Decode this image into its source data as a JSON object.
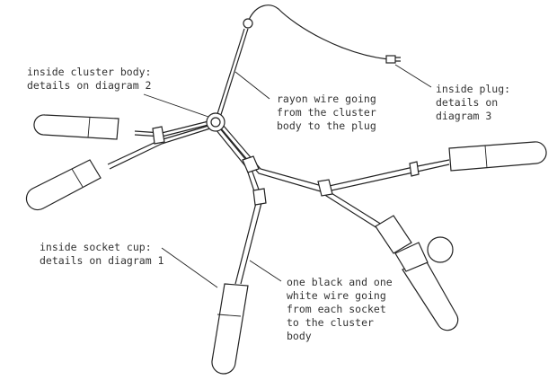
{
  "labels": {
    "cluster_body": "inside cluster body:\ndetails on diagram 2",
    "rayon_wire": "rayon wire going\nfrom the cluster\nbody to the plug",
    "plug": "inside plug:\ndetails on\ndiagram 3",
    "socket_cup": "inside socket cup:\ndetails on diagram 1",
    "wires": "one black and one\nwhite wire going\nfrom each socket\nto the cluster\nbody"
  }
}
